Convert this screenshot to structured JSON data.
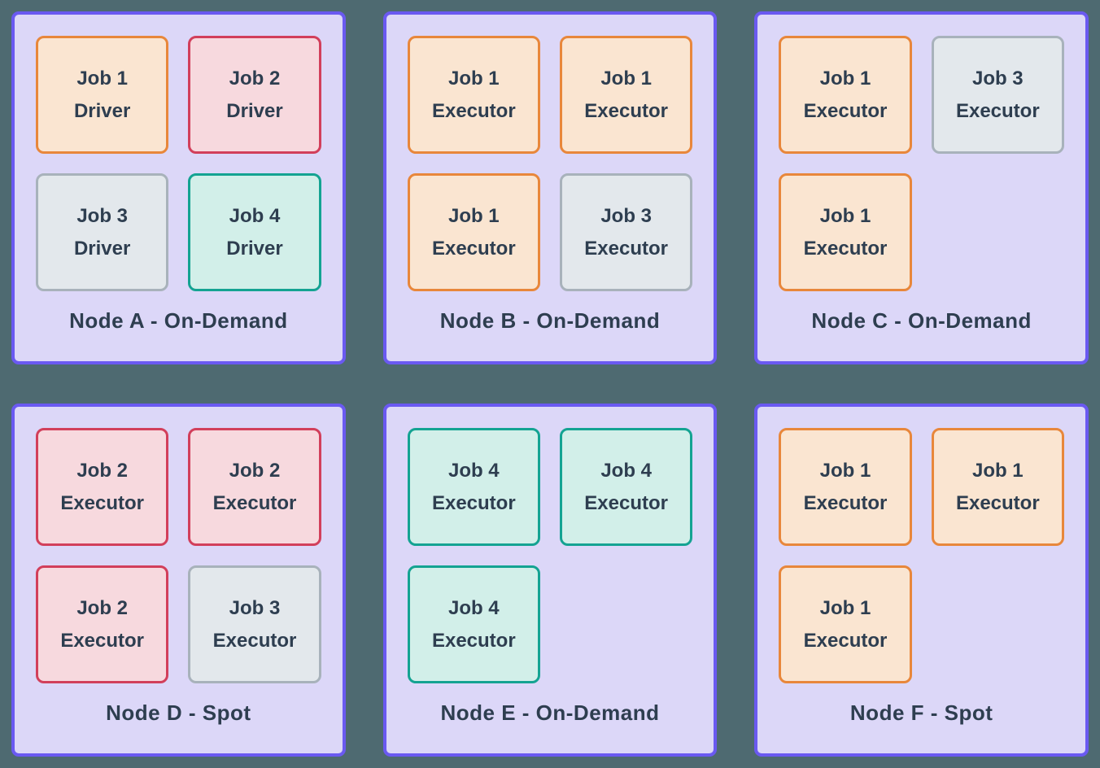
{
  "colors": {
    "page_bg": "#4e6a71",
    "node_border": "#6a59f1",
    "node_bg": "#dcd7f8",
    "text": "#2e3e50",
    "job_styles": {
      "job1": {
        "border": "#e8873b",
        "bg": "#fae5d1"
      },
      "job2": {
        "border": "#d23f5b",
        "bg": "#f7d9de"
      },
      "job3": {
        "border": "#a8b2bb",
        "bg": "#e3e8ec"
      },
      "job4": {
        "border": "#14a392",
        "bg": "#d2efe9"
      }
    }
  },
  "nodes": [
    {
      "label": "Node A - On-Demand",
      "jobs": [
        {
          "line1": "Job 1",
          "line2": "Driver",
          "style": "job1"
        },
        {
          "line1": "Job 2",
          "line2": "Driver",
          "style": "job2"
        },
        {
          "line1": "Job 3",
          "line2": "Driver",
          "style": "job3"
        },
        {
          "line1": "Job 4",
          "line2": "Driver",
          "style": "job4"
        }
      ]
    },
    {
      "label": "Node B - On-Demand",
      "jobs": [
        {
          "line1": "Job 1",
          "line2": "Executor",
          "style": "job1"
        },
        {
          "line1": "Job 1",
          "line2": "Executor",
          "style": "job1"
        },
        {
          "line1": "Job 1",
          "line2": "Executor",
          "style": "job1"
        },
        {
          "line1": "Job 3",
          "line2": "Executor",
          "style": "job3"
        }
      ]
    },
    {
      "label": "Node C - On-Demand",
      "jobs": [
        {
          "line1": "Job 1",
          "line2": "Executor",
          "style": "job1"
        },
        {
          "line1": "Job 3",
          "line2": "Executor",
          "style": "job3"
        },
        {
          "line1": "Job 1",
          "line2": "Executor",
          "style": "job1"
        }
      ]
    },
    {
      "label": "Node D - Spot",
      "jobs": [
        {
          "line1": "Job 2",
          "line2": "Executor",
          "style": "job2"
        },
        {
          "line1": "Job 2",
          "line2": "Executor",
          "style": "job2"
        },
        {
          "line1": "Job 2",
          "line2": "Executor",
          "style": "job2"
        },
        {
          "line1": "Job 3",
          "line2": "Executor",
          "style": "job3"
        }
      ]
    },
    {
      "label": "Node E - On-Demand",
      "jobs": [
        {
          "line1": "Job 4",
          "line2": "Executor",
          "style": "job4"
        },
        {
          "line1": "Job 4",
          "line2": "Executor",
          "style": "job4"
        },
        {
          "line1": "Job 4",
          "line2": "Executor",
          "style": "job4"
        }
      ]
    },
    {
      "label": "Node F - Spot",
      "jobs": [
        {
          "line1": "Job 1",
          "line2": "Executor",
          "style": "job1"
        },
        {
          "line1": "Job 1",
          "line2": "Executor",
          "style": "job1"
        },
        {
          "line1": "Job 1",
          "line2": "Executor",
          "style": "job1"
        }
      ]
    }
  ]
}
